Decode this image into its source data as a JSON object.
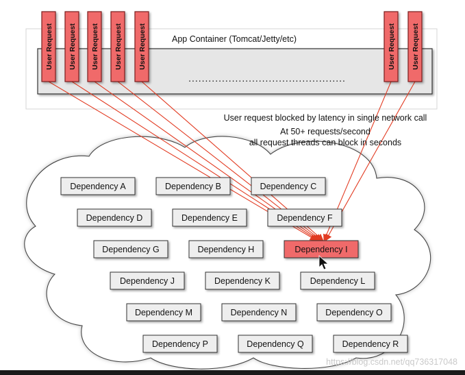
{
  "container": {
    "title": "App Container (Tomcat/Jetty/etc)"
  },
  "requests": {
    "label": "User Request",
    "left_group": [
      "User Request",
      "User Request",
      "User Request",
      "User Request",
      "User Request"
    ],
    "right_group": [
      "User Request",
      "User Request"
    ],
    "ellipsis": "..............................................."
  },
  "notes": {
    "line1": "User request blocked by latency in single network call",
    "line2": "At 50+ requests/second",
    "line3": "all request threads can block in seconds"
  },
  "dependencies": [
    "Dependency A",
    "Dependency B",
    "Dependency C",
    "Dependency D",
    "Dependency E",
    "Dependency F",
    "Dependency G",
    "Dependency H",
    "Dependency I",
    "Dependency J",
    "Dependency K",
    "Dependency L",
    "Dependency M",
    "Dependency N",
    "Dependency O",
    "Dependency P",
    "Dependency Q",
    "Dependency R"
  ],
  "blocked_dependency": "Dependency I",
  "watermark": "https://blog.csdn.net/qq736317048",
  "colors": {
    "request_fill": "#f06a6a",
    "request_stroke": "#7a1f1f",
    "blocked_fill": "#f06a6a",
    "arrow": "#e23b22",
    "dependency_fill": "#eeeeee",
    "container_fill": "#e6e6e6"
  }
}
